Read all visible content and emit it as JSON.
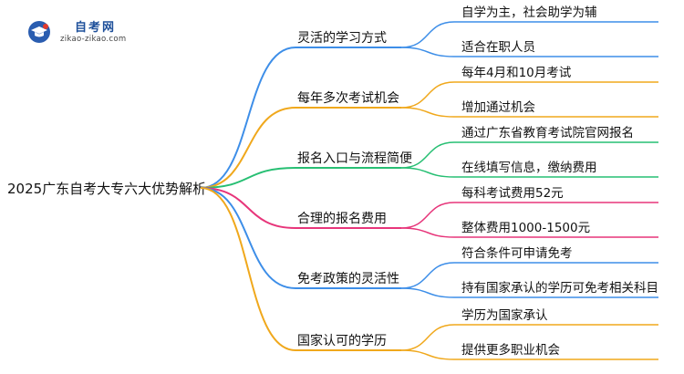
{
  "logo": {
    "title": "自考网",
    "url": "zikao-zikao.com",
    "icon": "graduation-cap-icon",
    "colors": {
      "primary": "#2a5db0",
      "accent": "#e23b2e"
    }
  },
  "root": "2025广东自考大专六大优势解析",
  "branches": [
    {
      "label": "灵活的学习方式",
      "color": "#3d8ee8",
      "leaves": [
        "自学为主，社会助学为辅",
        "适合在职人员"
      ]
    },
    {
      "label": "每年多次考试机会",
      "color": "#f0a81c",
      "leaves": [
        "每年4月和10月考试",
        "增加通过机会"
      ]
    },
    {
      "label": "报名入口与流程简便",
      "color": "#27bf73",
      "leaves": [
        "通过广东省教育考试院官网报名",
        "在线填写信息，缴纳费用"
      ]
    },
    {
      "label": "合理的报名费用",
      "color": "#e7357a",
      "leaves": [
        "每科考试费用52元",
        "整体费用1000-1500元"
      ]
    },
    {
      "label": "免考政策的灵活性",
      "color": "#3d8ee8",
      "leaves": [
        "符合条件可申请免考",
        "持有国家承认的学历可免考相关科目"
      ]
    },
    {
      "label": "国家认可的学历",
      "color": "#f0a81c",
      "leaves": [
        "学历为国家承认",
        "提供更多职业机会"
      ]
    }
  ]
}
